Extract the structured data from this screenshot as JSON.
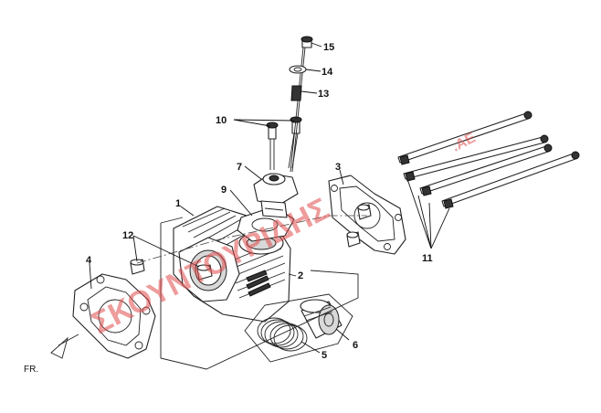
{
  "diagram": {
    "callouts": [
      "1",
      "2",
      "3",
      "4",
      "5",
      "6",
      "7",
      "9",
      "10",
      "11",
      "12",
      "13",
      "14",
      "15"
    ],
    "front_label": "FR.",
    "watermark": {
      "text": "ΣΚΟΥΝΤΟΥΡΙΔΗΣ",
      "suffix": ".ΑΕ",
      "color": "#e04a4a"
    }
  }
}
